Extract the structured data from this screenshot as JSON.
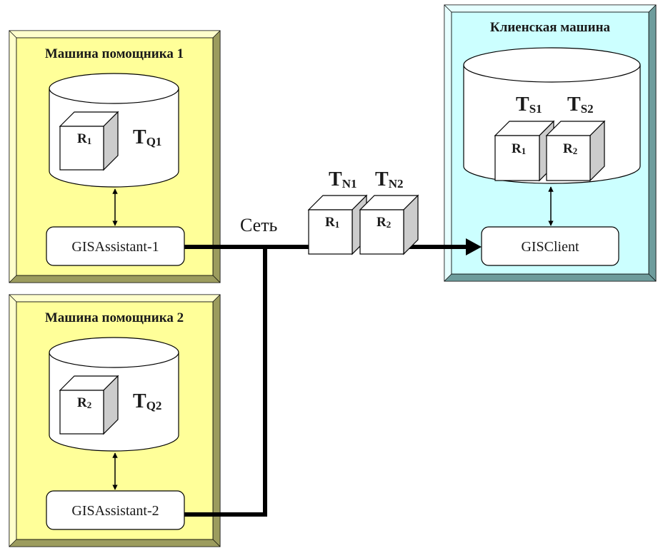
{
  "colors": {
    "helper_fill": "#FFFF99",
    "helper_bevel_light": "#FFFFCC",
    "helper_bevel_dark": "#9C9C5E",
    "client_fill": "#CCFFFF",
    "client_bevel_light": "#E6FFFF",
    "client_bevel_dark": "#6E9C9C",
    "cube_side": "#CCCCCC",
    "line": "#000000"
  },
  "helper1": {
    "title": "Машина помощника 1",
    "cube": {
      "letter": "R",
      "index": "1"
    },
    "store": {
      "letter": "T",
      "sub": "Q1"
    },
    "process": "GISAssistant-1"
  },
  "helper2": {
    "title": "Машина помощника 2",
    "cube": {
      "letter": "R",
      "index": "2"
    },
    "store": {
      "letter": "T",
      "sub": "Q2"
    },
    "process": "GISAssistant-2"
  },
  "network": {
    "label": "Сеть",
    "packets": [
      {
        "t_letter": "T",
        "t_sub": "N1",
        "letter": "R",
        "index": "1"
      },
      {
        "t_letter": "T",
        "t_sub": "N2",
        "letter": "R",
        "index": "2"
      }
    ]
  },
  "client": {
    "title": "Клиенская машина",
    "stores": [
      {
        "t_letter": "T",
        "t_sub": "S1",
        "letter": "R",
        "index": "1"
      },
      {
        "t_letter": "T",
        "t_sub": "S2",
        "letter": "R",
        "index": "2"
      }
    ],
    "process": "GISClient"
  }
}
